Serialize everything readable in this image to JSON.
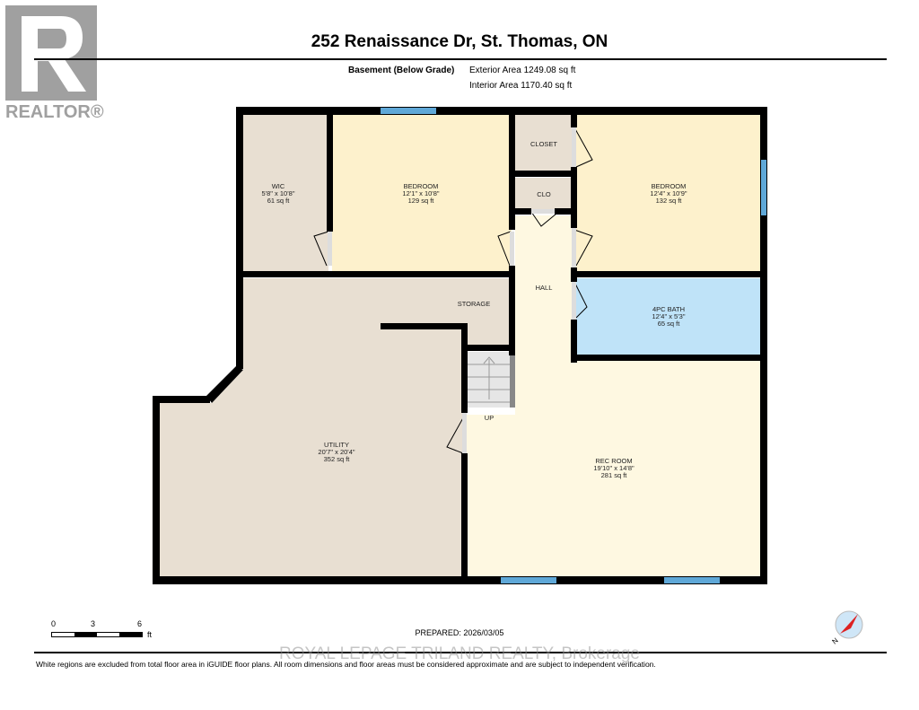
{
  "header": {
    "title": "252 Renaissance Dr, St. Thomas, ON",
    "level": "Basement (Below Grade)",
    "exterior_area": "Exterior Area 1249.08 sq ft",
    "interior_area": "Interior Area 1170.40 sq ft"
  },
  "logo": {
    "text": "REALTOR®",
    "letter": "R"
  },
  "rooms": {
    "wic": {
      "name": "WIC",
      "dims": "5'8\" x 10'8\"",
      "area": "61 sq ft"
    },
    "bedroom1": {
      "name": "BEDROOM",
      "dims": "12'1\" x 10'8\"",
      "area": "129 sq ft"
    },
    "closet": {
      "name": "CLOSET"
    },
    "clo": {
      "name": "CLO"
    },
    "bedroom2": {
      "name": "BEDROOM",
      "dims": "12'4\" x 10'9\"",
      "area": "132 sq ft"
    },
    "hall": {
      "name": "HALL"
    },
    "storage": {
      "name": "STORAGE"
    },
    "bath": {
      "name": "4PC BATH",
      "dims": "12'4\" x 5'3\"",
      "area": "65 sq ft"
    },
    "stairs": {
      "name": "UP"
    },
    "utility": {
      "name": "UTILITY",
      "dims": "20'7\" x 20'4\"",
      "area": "352 sq ft"
    },
    "rec": {
      "name": "REC ROOM",
      "dims": "19'10\" x 14'8\"",
      "area": "281 sq ft"
    }
  },
  "colors": {
    "wall": "#000000",
    "bedroom": "#fdf1cc",
    "utility": "#e8dfd2",
    "bath": "#bfe3f8",
    "rec": "#fef8e1",
    "window": "#5fa8d8"
  },
  "footer": {
    "scale": {
      "labels": [
        "0",
        "3",
        "6"
      ],
      "unit": "ft"
    },
    "prepared": "PREPARED: 2026/03/05",
    "compass_label": "N",
    "watermark": "ROYAL LEPAGE TRILAND REALTY, Brokerage",
    "disclaimer": "White regions are excluded from total floor area in iGUIDE floor plans. All room dimensions and floor areas must be considered approximate and are subject to independent verification."
  }
}
